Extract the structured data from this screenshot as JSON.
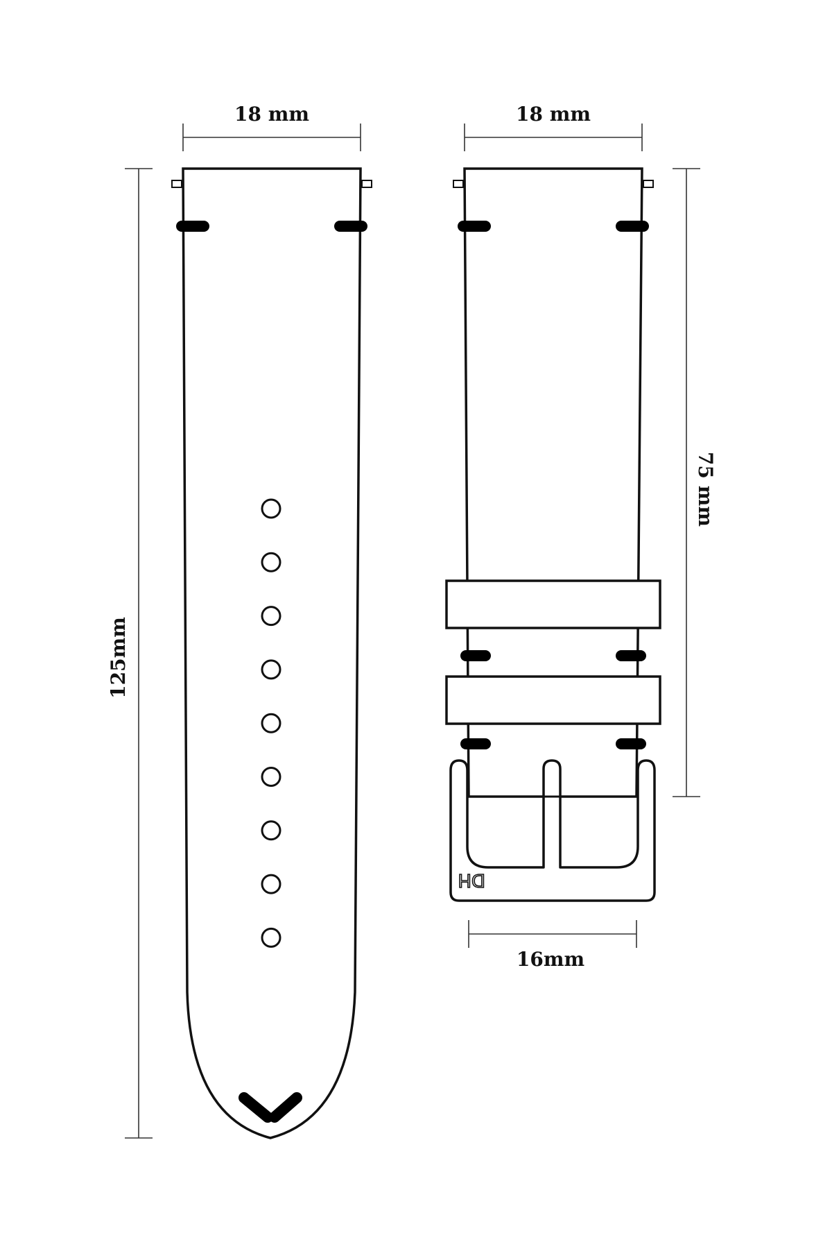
{
  "dimensions": {
    "long_strap_width": "18 mm",
    "short_strap_width": "18 mm",
    "long_strap_length": "125mm",
    "short_strap_length": "75 mm",
    "buckle_width": "16mm"
  },
  "buckle_logo": "DH",
  "long_strap": {
    "hole_count": 9
  },
  "colors": {
    "outline": "#111111",
    "background": "#ffffff"
  }
}
